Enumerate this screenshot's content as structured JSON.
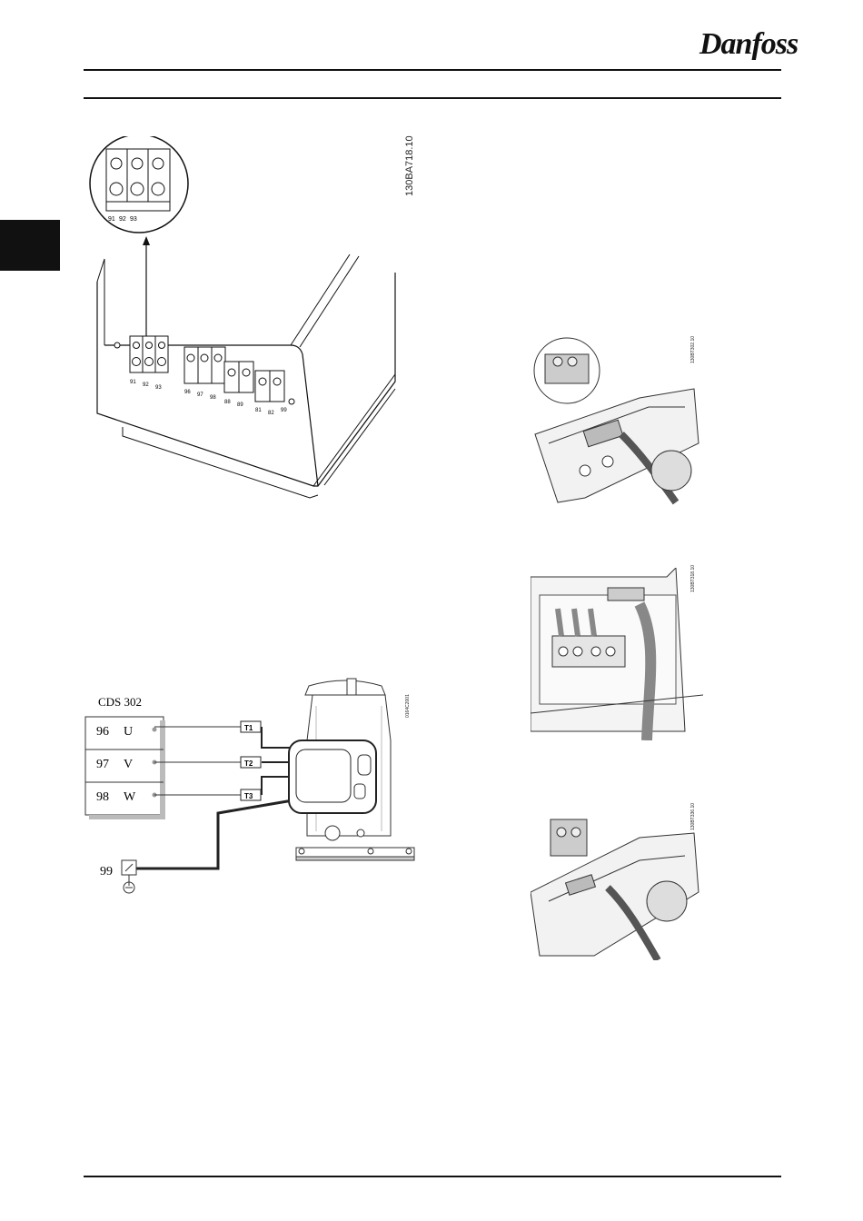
{
  "brand": {
    "logo_text": "Danfoss"
  },
  "figures": {
    "brake_terminals": {
      "code": "130BA718.10",
      "zoom_labels": [
        "91",
        "92",
        "93"
      ],
      "terminal_labels": [
        "91",
        "92",
        "93",
        "96",
        "97",
        "98",
        "88",
        "89",
        "81",
        "82",
        "99"
      ]
    },
    "photo_top": {
      "code": "130BT302.10"
    },
    "photo_middle": {
      "code": "130BT318.10"
    },
    "photo_bottom": {
      "code": "130BT336.10"
    },
    "compressor_wiring": {
      "code": "0164C2001",
      "drive_label": "CDS 302",
      "rows": [
        {
          "number": "96",
          "phase": "U",
          "lead": "T1"
        },
        {
          "number": "97",
          "phase": "V",
          "lead": "T2"
        },
        {
          "number": "98",
          "phase": "W",
          "lead": "T3"
        }
      ],
      "ground_number": "99"
    }
  }
}
